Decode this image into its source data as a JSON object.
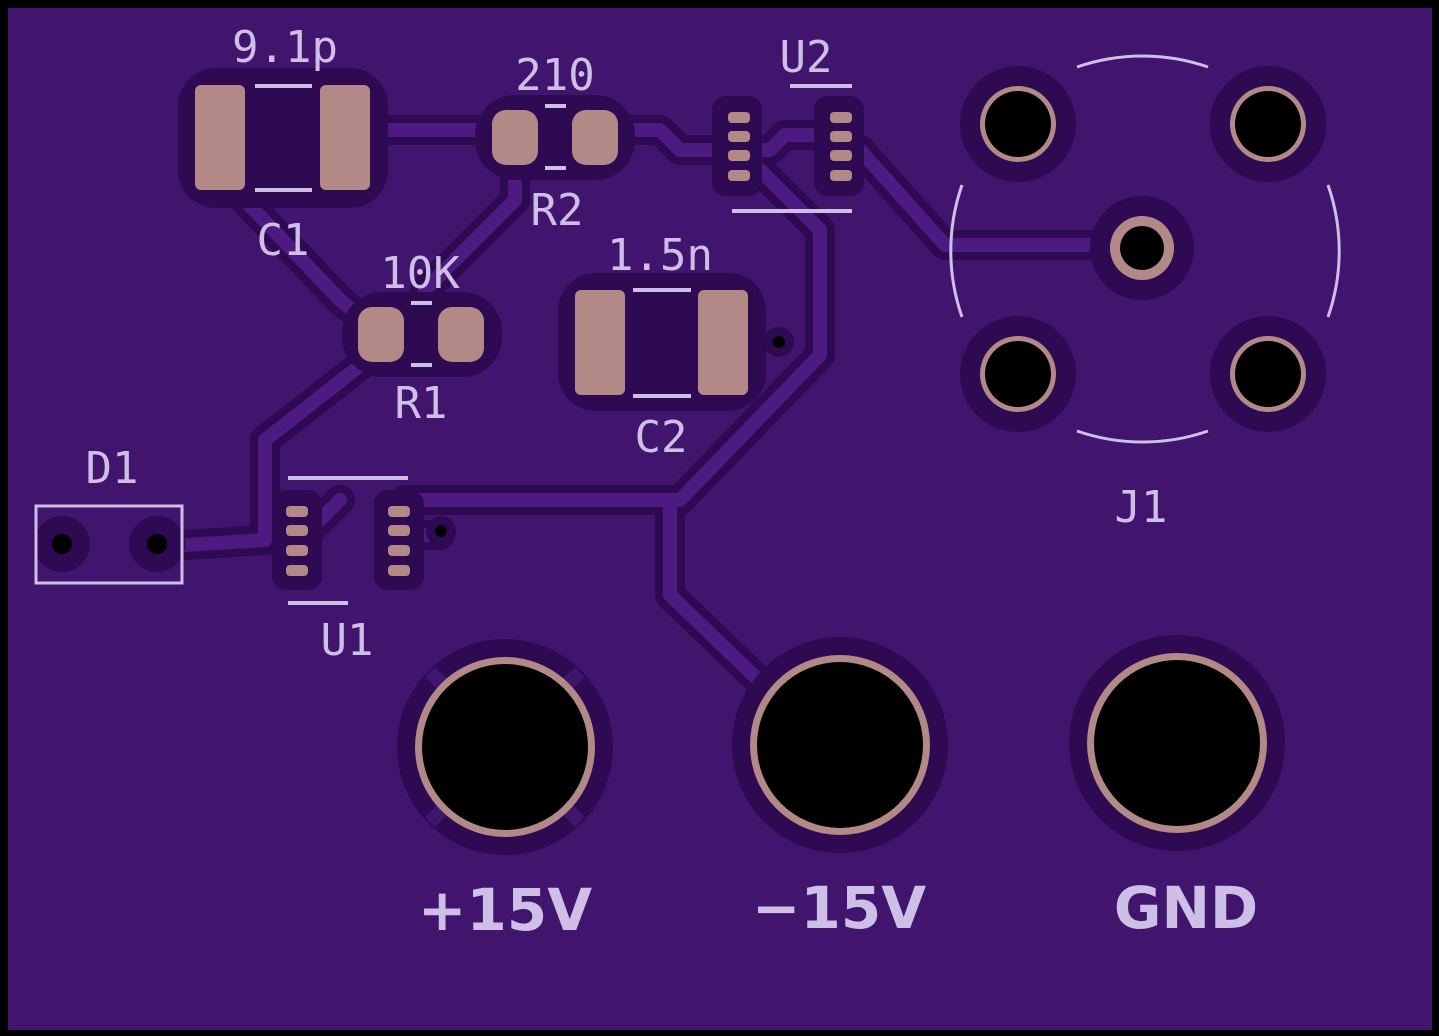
{
  "colors": {
    "substrate": "#41146e",
    "copper_fill": "#3d1266",
    "trace": "#4c1a80",
    "clearance": "#2e0a52",
    "pad": "#b28986",
    "silkscreen": "#cdbfe6",
    "drill": "#000000",
    "edge": "#000000"
  },
  "components": {
    "c1": {
      "ref": "C1",
      "value": "9.1p"
    },
    "r2": {
      "ref": "R2",
      "value": "210"
    },
    "u2": {
      "ref": "U2"
    },
    "r1": {
      "ref": "R1",
      "value": "10K"
    },
    "c2": {
      "ref": "C2",
      "value": "1.5n"
    },
    "d1": {
      "ref": "D1"
    },
    "u1": {
      "ref": "U1"
    },
    "j1": {
      "ref": "J1"
    }
  },
  "terminals": {
    "plus15": "+15V",
    "minus15": "−15V",
    "gnd": "GND"
  }
}
